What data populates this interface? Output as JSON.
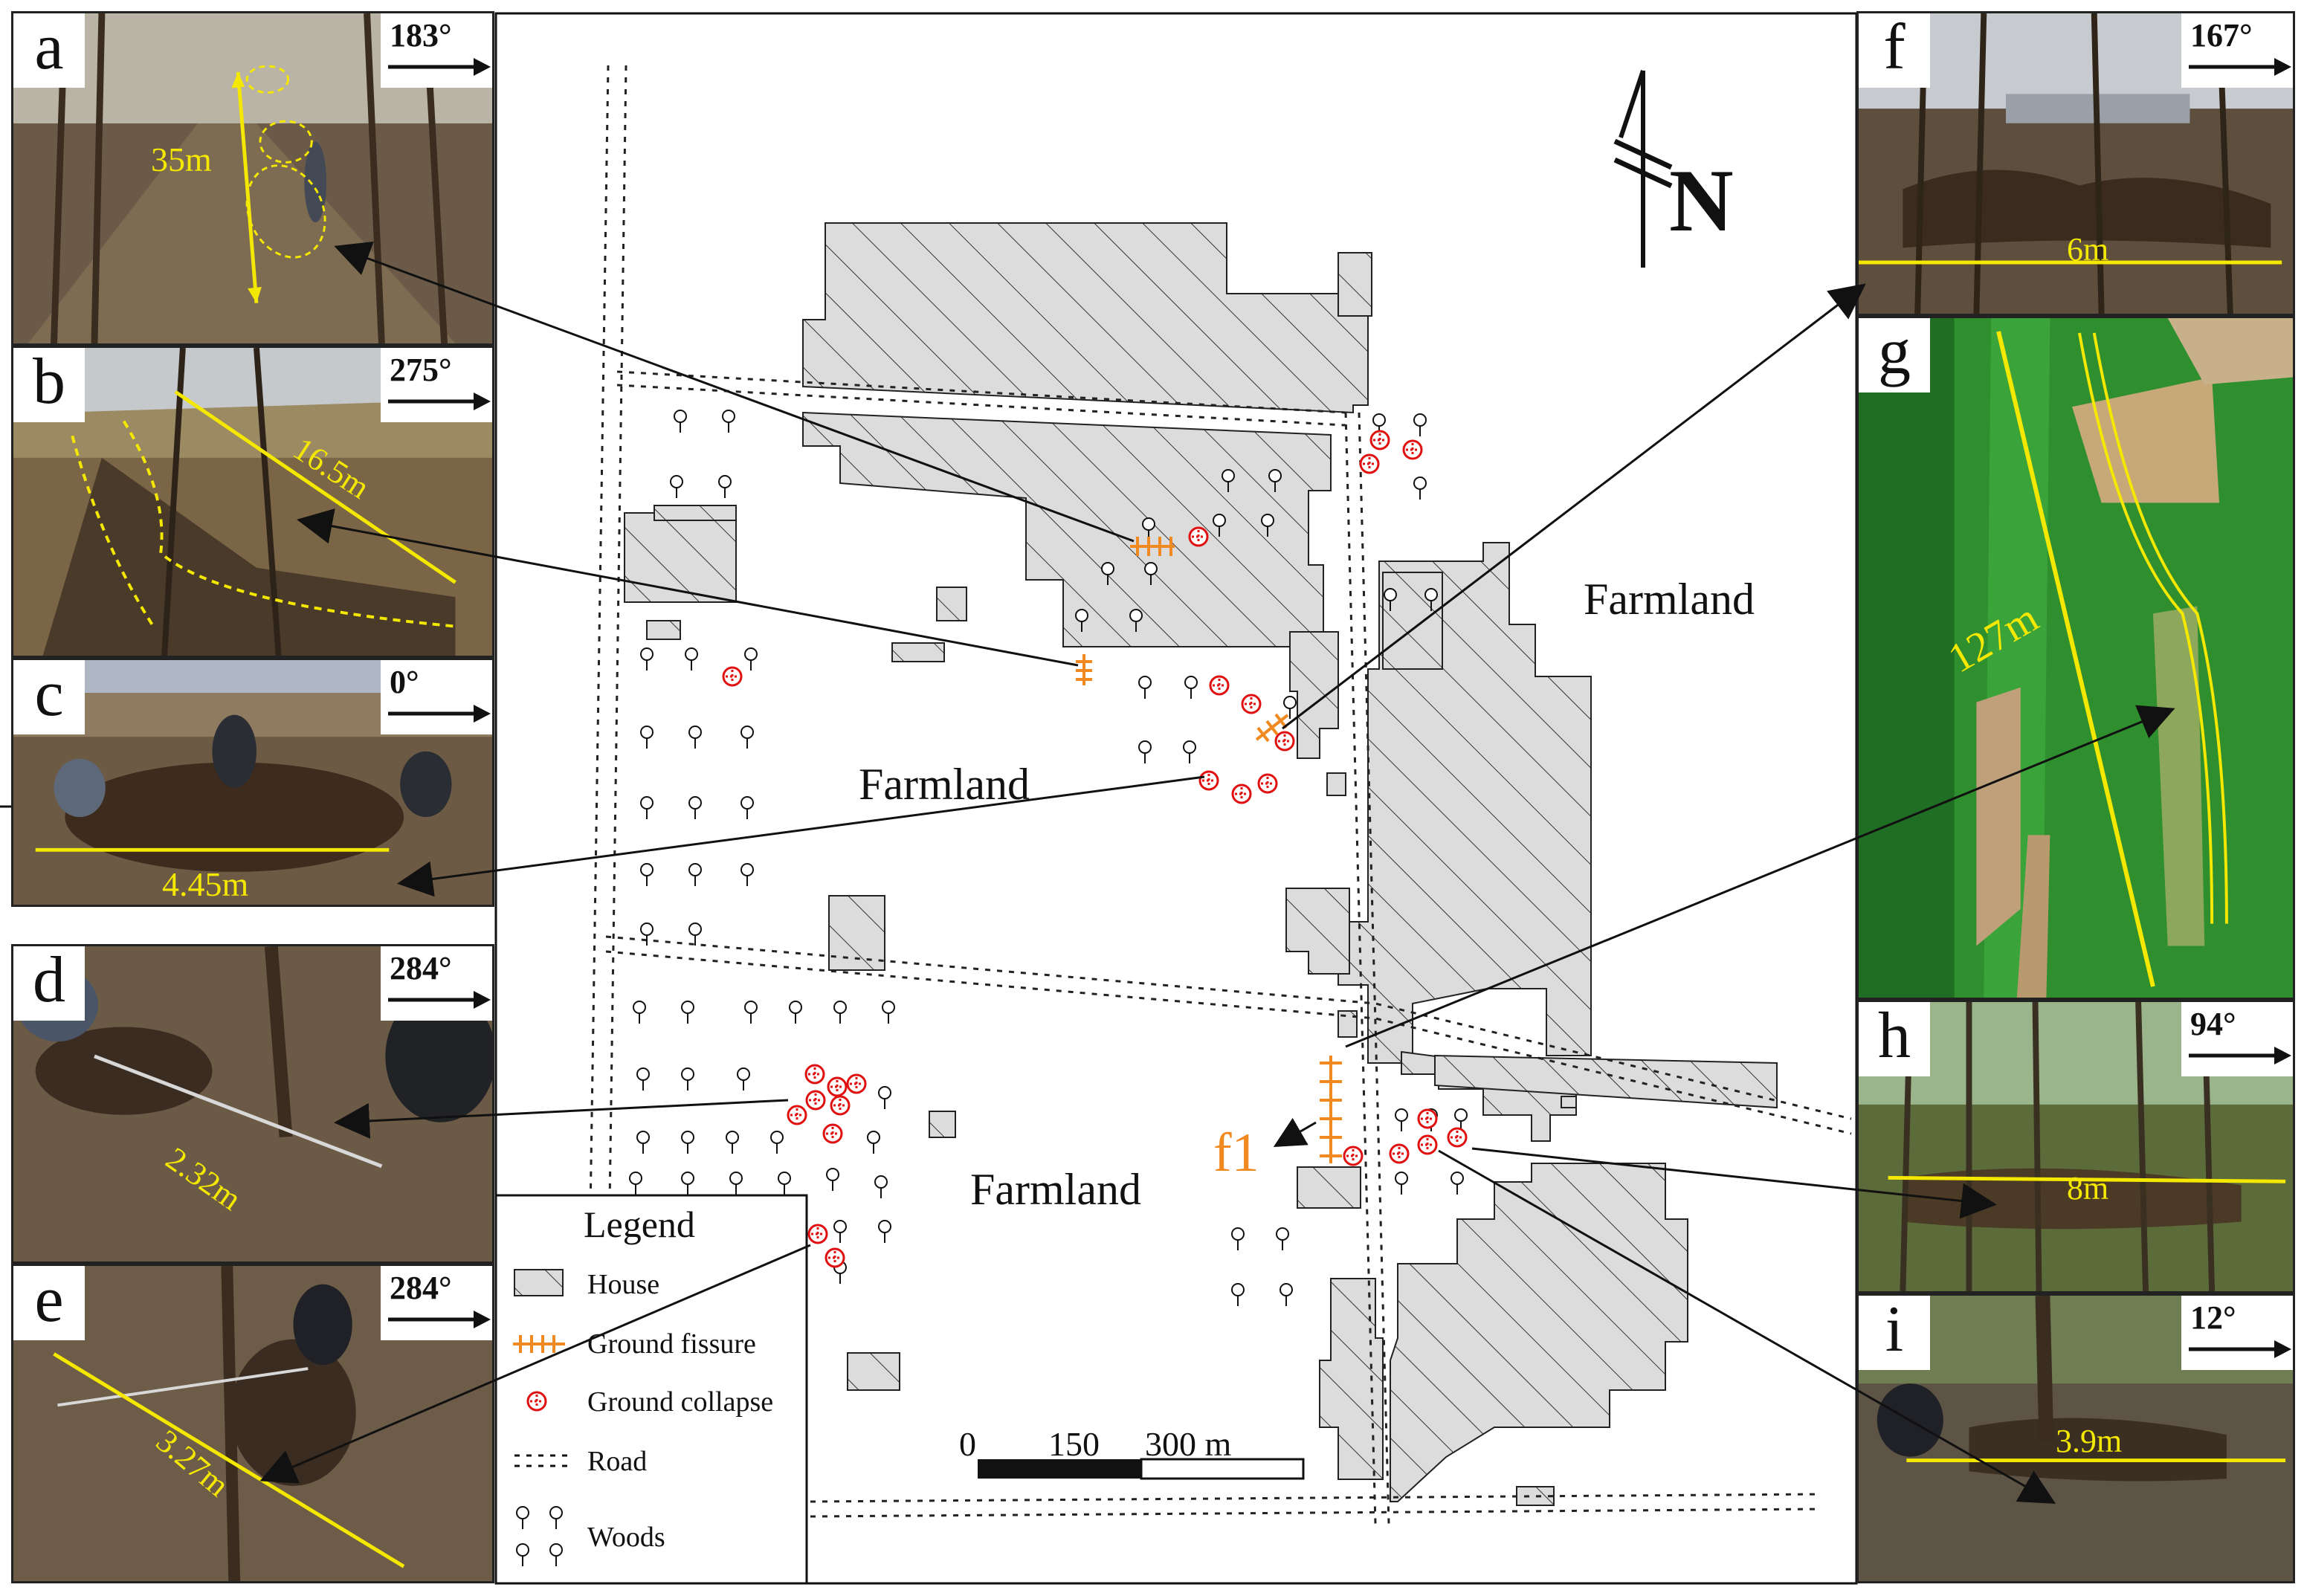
{
  "map": {
    "north_label": "N",
    "farmland_labels": [
      "Farmland",
      "Farmland",
      "Farmland"
    ],
    "fissure_label": "f1",
    "scale": {
      "ticks": [
        "0",
        "150",
        "300 m"
      ]
    },
    "legend": {
      "title": "Legend",
      "items": [
        {
          "label": "House",
          "symbol": "house"
        },
        {
          "label": "Ground fissure",
          "symbol": "fissure"
        },
        {
          "label": "Ground collapse",
          "symbol": "collapse"
        },
        {
          "label": "Road",
          "symbol": "road"
        },
        {
          "label": "Woods",
          "symbol": "woods"
        }
      ]
    }
  },
  "photos": {
    "a": {
      "label": "a",
      "bearing": "183°",
      "measurement": "35m"
    },
    "b": {
      "label": "b",
      "bearing": "275°",
      "measurement": "16.5m"
    },
    "c": {
      "label": "c",
      "bearing": "0°",
      "measurement": "4.45m"
    },
    "d": {
      "label": "d",
      "bearing": "284°",
      "measurement": "2.32m"
    },
    "e": {
      "label": "e",
      "bearing": "284°",
      "measurement": "3.27m"
    },
    "f": {
      "label": "f",
      "bearing": "167°",
      "measurement": "6m"
    },
    "g": {
      "label": "g",
      "bearing": "",
      "measurement": "127m"
    },
    "h": {
      "label": "h",
      "bearing": "94°",
      "measurement": "8m"
    },
    "i": {
      "label": "i",
      "bearing": "12°",
      "measurement": "3.9m"
    }
  },
  "colors": {
    "house_fill": "#dcdcdc",
    "fissure": "#f08a20",
    "collapse": "#e01010",
    "measure": "#f5e800",
    "photo_ground": "#5a4a3a",
    "aerial_green": "#2f8f2f"
  }
}
